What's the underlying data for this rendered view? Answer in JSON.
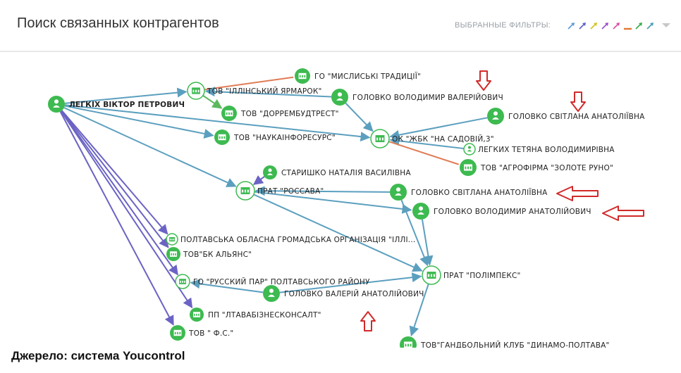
{
  "header": {
    "title": "Поиск связанных контрагентов",
    "filters_label": "ВЫБРАННЫЕ ФИЛЬТРЫ:",
    "filter_icons": [
      {
        "icon": "blue-arrow-icon",
        "color": "#5b9bd5"
      },
      {
        "icon": "indigo-arrow-icon",
        "color": "#5b5fc7"
      },
      {
        "icon": "yellow-arrow-icon",
        "color": "#d4c11a"
      },
      {
        "icon": "purple-arrow-icon",
        "color": "#9b4fd1"
      },
      {
        "icon": "pink-arrow-icon",
        "color": "#d94fa8"
      },
      {
        "icon": "orange-line-icon",
        "color": "#e07b39"
      },
      {
        "icon": "green-arrow-icon",
        "color": "#39a94a"
      },
      {
        "icon": "teal-arrow-icon",
        "color": "#4a9db5"
      }
    ]
  },
  "colors": {
    "node_green": "#3dba50",
    "edge_teal": "#5b9fbf",
    "edge_purple": "#6b63c4",
    "edge_green": "#5cb85c",
    "edge_orange": "#e07b54",
    "marker_red": "#d12a2a"
  },
  "graph": {
    "nodes": {
      "n1": {
        "label": "ЛЕГКІХ ВІКТОР ПЕТРОВИЧ",
        "type": "person"
      },
      "n2": {
        "label": "ТОВ \"ІЛЛІНСЬКИЙ ЯРМАРОК\"",
        "type": "company"
      },
      "n3": {
        "label": "ГО \"МИСЛИСЬКІ ТРАДИЦІЇ\"",
        "type": "company"
      },
      "n4": {
        "label": "ГОЛОВКО ВОЛОДИМИР ВАЛЕРІЙОВИЧ",
        "type": "person"
      },
      "n5": {
        "label": "ТОВ \"ДОРРЕМБУДТРЕСТ\"",
        "type": "company"
      },
      "n6": {
        "label": "ГОЛОВКО СВІТЛАНА АНАТОЛІЇВНА",
        "type": "person"
      },
      "n7": {
        "label": "ТОВ \"НАУКАІНФОРЕСУРС\"",
        "type": "company"
      },
      "n8": {
        "label": "ОК \"ЖБК \"НА САДОВІЙ,3\"",
        "type": "company"
      },
      "n9": {
        "label": "ЛЕГКИХ ТЕТЯНА ВОЛОДИМИРІВНА",
        "type": "person"
      },
      "n10": {
        "label": "ТОВ \"АГРОФІРМА \"ЗОЛОТЕ РУНО\"",
        "type": "company"
      },
      "n11": {
        "label": "СТАРИШКО НАТАЛІЯ ВАСИЛІВНА",
        "type": "person"
      },
      "n12": {
        "label": "ПРАТ \"РОССАВА\"",
        "type": "company"
      },
      "n13": {
        "label": "ГОЛОВКО СВІТЛАНА АНАТОЛІЇВНА",
        "type": "person"
      },
      "n14": {
        "label": "ГОЛОВКО ВОЛОДИМИР АНАТОЛІЙОВИЧ",
        "type": "person"
      },
      "n15": {
        "label": "ПОЛТАВСЬКА ОБЛАСНА ГРОМАДСЬКА ОРГАНІЗАЦІЯ \"ІЛЛІ...",
        "type": "company"
      },
      "n16": {
        "label": "ТОВ\"БК АЛЬЯНС\"",
        "type": "company"
      },
      "n17": {
        "label": "ПРАТ \"ПОЛІМПЕКС\"",
        "type": "company"
      },
      "n18": {
        "label": "ГО \"РУССКИЙ ПАР\" ПОЛТАВСЬКОГО РАЙОНУ",
        "type": "company"
      },
      "n19": {
        "label": "ГОЛОВКО ВАЛЕРІЙ АНАТОЛІЙОВИЧ",
        "type": "person"
      },
      "n20": {
        "label": "ПП \"ЛТАВАБІЗНЕСКОНСАЛТ\"",
        "type": "company"
      },
      "n21": {
        "label": "ТОВ \" Ф.С.\"",
        "type": "company"
      },
      "n22": {
        "label": "ТОВ\"ГАНДБОЛЬНИЙ КЛУБ \"ДИНАМО-ПОЛТАВА\"",
        "type": "company"
      }
    },
    "edges": [
      {
        "from": "n1",
        "to": "n2",
        "color": "edge_teal"
      },
      {
        "from": "n1",
        "to": "n7",
        "color": "edge_teal"
      },
      {
        "from": "n1",
        "to": "n8",
        "color": "edge_teal"
      },
      {
        "from": "n1",
        "to": "n12",
        "color": "edge_teal"
      },
      {
        "from": "n1",
        "to": "n15",
        "color": "edge_purple"
      },
      {
        "from": "n1",
        "to": "n16",
        "color": "edge_purple"
      },
      {
        "from": "n1",
        "to": "n18",
        "color": "edge_purple"
      },
      {
        "from": "n1",
        "to": "n20",
        "color": "edge_purple"
      },
      {
        "from": "n1",
        "to": "n21",
        "color": "edge_purple"
      },
      {
        "from": "n2",
        "to": "n3",
        "color": "edge_orange"
      },
      {
        "from": "n2",
        "to": "n5",
        "color": "edge_green"
      },
      {
        "from": "n4",
        "to": "n2",
        "color": "edge_teal"
      },
      {
        "from": "n4",
        "to": "n8",
        "color": "edge_teal"
      },
      {
        "from": "n6",
        "to": "n8",
        "color": "edge_teal"
      },
      {
        "from": "n9",
        "to": "n8",
        "color": "edge_teal"
      },
      {
        "from": "n8",
        "to": "n10",
        "color": "edge_orange"
      },
      {
        "from": "n11",
        "to": "n12",
        "color": "edge_purple"
      },
      {
        "from": "n13",
        "to": "n12",
        "color": "edge_teal"
      },
      {
        "from": "n12",
        "to": "n14",
        "color": "edge_teal"
      },
      {
        "from": "n12",
        "to": "n17",
        "color": "edge_teal"
      },
      {
        "from": "n13",
        "to": "n17",
        "color": "edge_teal"
      },
      {
        "from": "n14",
        "to": "n17",
        "color": "edge_teal"
      },
      {
        "from": "n19",
        "to": "n18",
        "color": "edge_teal"
      },
      {
        "from": "n19",
        "to": "n17",
        "color": "edge_teal"
      },
      {
        "from": "n17",
        "to": "n22",
        "color": "edge_teal"
      }
    ],
    "annotations": [
      {
        "name": "red-arrow-marker-1",
        "target": "n4",
        "direction": "down"
      },
      {
        "name": "red-arrow-marker-2",
        "target": "n6",
        "direction": "down"
      },
      {
        "name": "red-arrow-marker-3",
        "target": "n13",
        "direction": "left"
      },
      {
        "name": "red-arrow-marker-4",
        "target": "n14",
        "direction": "left"
      },
      {
        "name": "red-arrow-marker-5",
        "target": "n19",
        "direction": "up"
      }
    ]
  },
  "caption": "Джерело: система Youcontrol"
}
